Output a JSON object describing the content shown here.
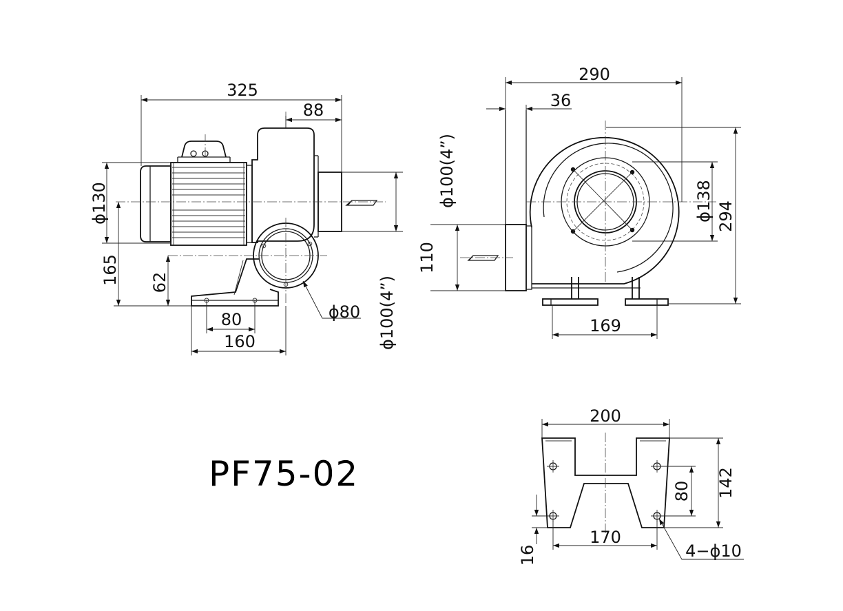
{
  "model": "PF75-02",
  "side_view": {
    "dims": {
      "overall_length": "325",
      "outlet_length": "88",
      "motor_diameter": "ϕ130",
      "axis_height": "165",
      "inlet_height": "62",
      "foot_hole_spacing": "80",
      "foot_length": "160",
      "inlet_diameter": "ϕ80",
      "outlet_diameter": "ϕ100(4”)"
    }
  },
  "front_view": {
    "dims": {
      "overall_width": "290",
      "flange_offset": "36",
      "outlet_diameter": "ϕ100(4”)",
      "outlet_height": "110",
      "inlet_bolt_circle": "ϕ138",
      "overall_height": "294",
      "foot_span": "169"
    }
  },
  "base_view": {
    "dims": {
      "width": "200",
      "depth": "142",
      "hole_spacing_vertical": "80",
      "hole_spacing_horizontal": "170",
      "edge_offset": "16",
      "holes": "4−ϕ10"
    }
  }
}
